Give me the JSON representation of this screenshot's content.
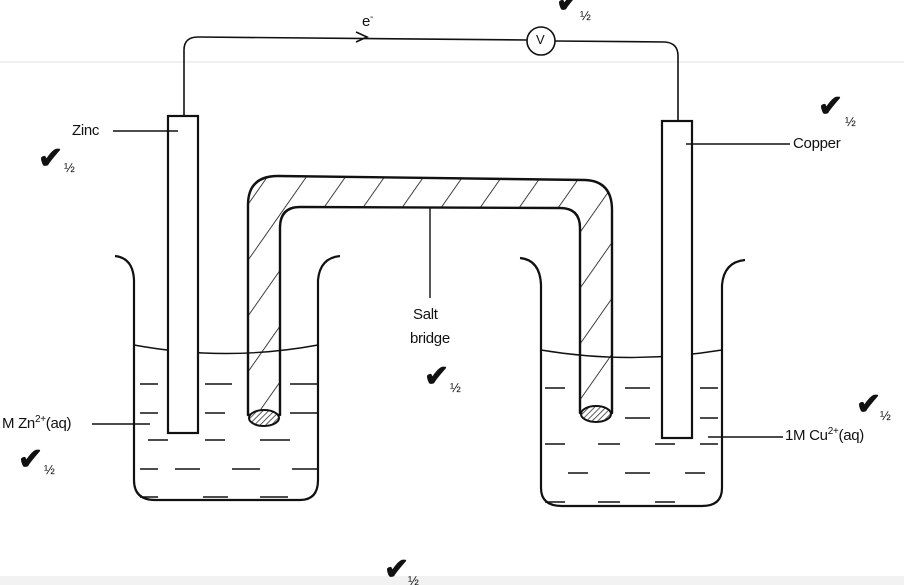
{
  "diagram": {
    "electron_label": "e",
    "electron_superscript": "-",
    "voltmeter_label": "V",
    "anode_label": "Zinc",
    "cathode_label": "Copper",
    "salt_bridge_label_line1": "Salt",
    "salt_bridge_label_line2": "bridge",
    "left_solution": {
      "prefix": "M Zn",
      "charge": "2+",
      "suffix": "(aq)"
    },
    "right_solution": {
      "prefix": "1M Cu",
      "charge": "2+",
      "suffix": "(aq)"
    },
    "mark_symbol": "✔",
    "mark_value": "½",
    "mark_count": 7
  }
}
